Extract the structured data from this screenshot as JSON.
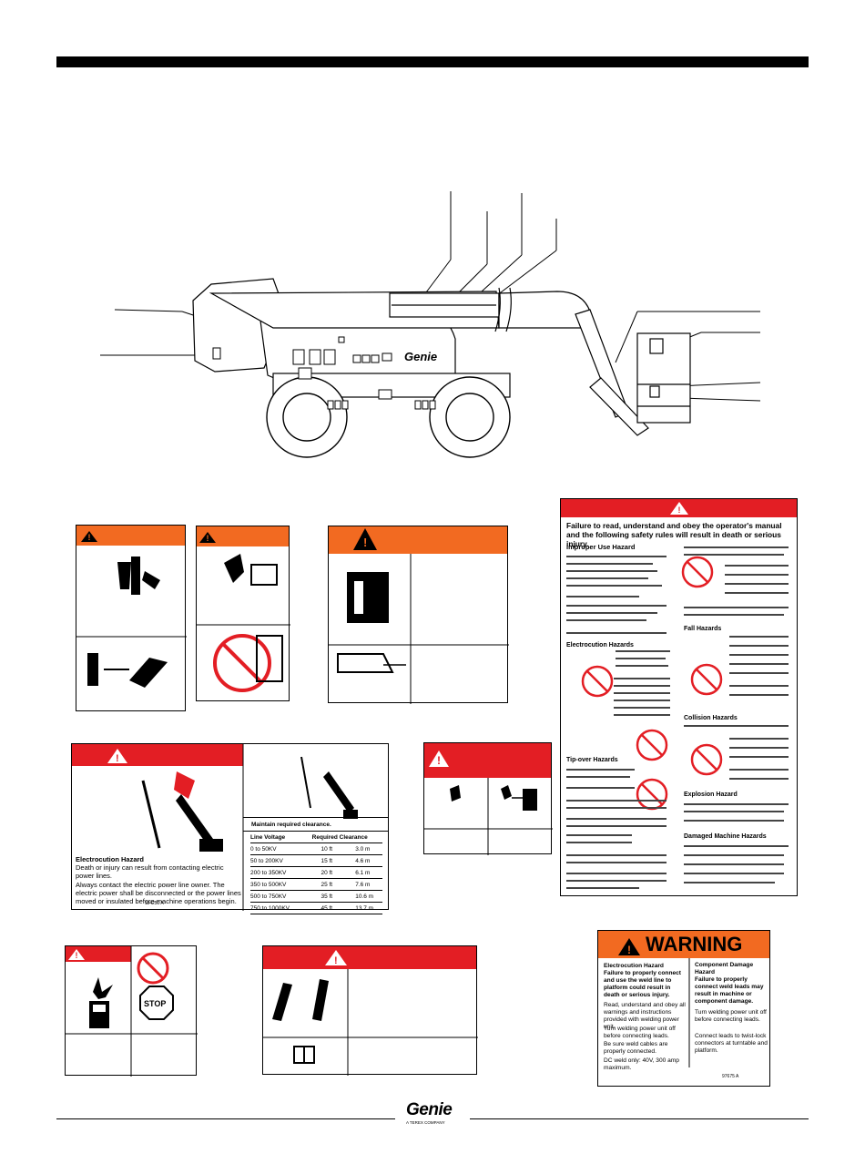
{
  "brand": {
    "logo_text": "Genie",
    "tagline": "A TEREX COMPANY"
  },
  "machine": {
    "logo_text": "Genie"
  },
  "electrocution_decal": {
    "title": "Electrocution Hazard",
    "line1": "Death or injury can result from contacting electric power lines.",
    "line2": "Always contact the electric power line owner. The electric power shall be disconnected or the power lines moved or insulated before machine operations begin.",
    "part_no": "114250 A",
    "table_title": "Maintain required clearance.",
    "col_voltage": "Line Voltage",
    "col_clearance": "Required Clearance",
    "rows": [
      {
        "voltage": "0 to 50KV",
        "ft": "10 ft",
        "m": "3.0 m"
      },
      {
        "voltage": "50 to 200KV",
        "ft": "15 ft",
        "m": "4.6 m"
      },
      {
        "voltage": "200 to 350KV",
        "ft": "20 ft",
        "m": "6.1 m"
      },
      {
        "voltage": "350 to 500KV",
        "ft": "25 ft",
        "m": "7.6 m"
      },
      {
        "voltage": "500 to 750KV",
        "ft": "35 ft",
        "m": "10.6 m"
      },
      {
        "voltage": "750 to 1000KV",
        "ft": "45 ft",
        "m": "13.7 m"
      }
    ]
  },
  "safety_rules_decal": {
    "headline": "Failure to read, understand and obey the operator's manual and the following safety rules will result in death or serious injury.",
    "sections": [
      "Improper Use Hazard",
      "Electrocution Hazards",
      "Tip-over Hazards",
      "Fall Hazards",
      "Collision Hazards",
      "Explosion Hazard",
      "Damaged Machine Hazards"
    ]
  },
  "warning_decal": {
    "header": "WARNING",
    "left_title": "Electrocution Hazard",
    "left_lines": [
      "Failure to properly connect and use the weld line to platform could result in death or serious injury.",
      "Read, understand and obey all warnings and instructions provided with welding power unit.",
      "Turn welding power unit off before connecting leads.",
      "Be sure weld cables are properly connected.",
      "DC weld only: 40V, 300 amp maximum."
    ],
    "right_title": "Component Damage Hazard",
    "right_lines": [
      "Failure to properly connect weld leads may result in machine or component damage.",
      "Turn welding power unit off before connecting leads.",
      "Connect leads to twist-lock connectors at turntable and platform."
    ],
    "part_no": "97675 A"
  }
}
